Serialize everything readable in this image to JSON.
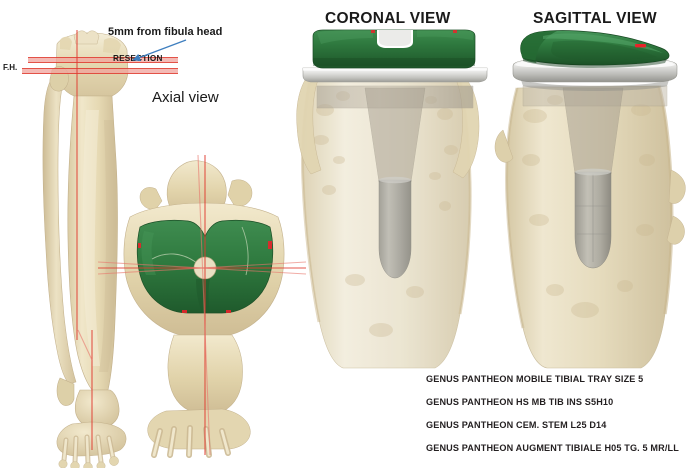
{
  "figure": {
    "type": "surgical-preoperative-plan",
    "panels": {
      "left": {
        "name": "tibia-fibula-alignment",
        "annotations": {
          "callout": "5mm from fibula head",
          "resection_label": "RESECTION",
          "fibular_head_label": "F.H."
        }
      },
      "axial": {
        "title": "Axial view"
      },
      "coronal": {
        "title": "CORONAL VIEW"
      },
      "sagittal": {
        "title": "SAGITTAL VIEW"
      }
    }
  },
  "implant_specs": [
    "GENUS PANTHEON MOBILE TIBIAL TRAY  SIZE 5",
    "GENUS PANTHEON HS MB TIB  INS S5H10",
    "GENUS PANTHEON CEM. STEM L25 D14",
    "GENUS PANTHEON AUGMENT TIBIALE H05 TG. 5 MR/LL"
  ],
  "colors": {
    "implant_green": "#2f7a3f",
    "implant_green_dark": "#1f5a2c",
    "implant_green_light": "#3e8c4e",
    "metal_light": "#e6e6e6",
    "metal_mid": "#b9b9b5",
    "metal_dark": "#8d8d88",
    "bone_cream": "#e7dcb8",
    "bone_light": "#f2ead1",
    "bone_pale": "#efeade",
    "bone_shadow": "#cfc1a0",
    "axis_red": "#e03a2f",
    "band_pink": "#f0a39c",
    "arrow_blue": "#3f7fbf",
    "marker_red": "#e8242a",
    "text": "#231f20"
  }
}
